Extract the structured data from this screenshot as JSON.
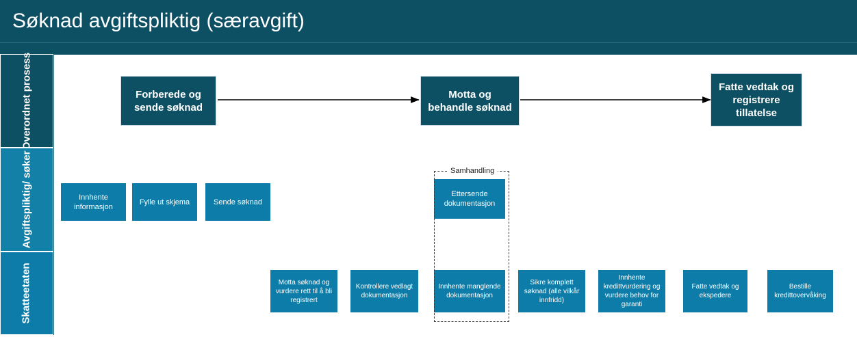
{
  "diagram": {
    "title": "Søknad avgiftspliktig (særavgift)",
    "colors": {
      "header_dark": "#0d4f63",
      "lane_mid": "#1380a8",
      "lane_bottom": "#0e7ca8",
      "node_top": "#0d4f63",
      "node_task": "#0e7ca8",
      "text_light": "#ffffff",
      "arrow": "#000000",
      "group_dash": "#3a3a3a"
    },
    "lanes": [
      {
        "id": "overordnet-prosess",
        "label": "Overordnet prosess",
        "nodes": [
          {
            "id": "forberede-og-sende-soknad",
            "label": "Forberede og sende søknad"
          },
          {
            "id": "motta-og-behandle-soknad",
            "label": "Motta og behandle søknad"
          },
          {
            "id": "fatte-vedtak-og-registrere-tillatelse",
            "label": "Fatte vedtak og registrere tillatelse"
          }
        ]
      },
      {
        "id": "avgiftspliktig-soker",
        "label": "Avgiftspliktig/ søker",
        "nodes": [
          {
            "id": "innhente-informasjon",
            "label": "Innhente informasjon"
          },
          {
            "id": "fylle-ut-skjema",
            "label": "Fylle ut skjema"
          },
          {
            "id": "sende-soknad",
            "label": "Sende søknad"
          },
          {
            "id": "ettersende-dokumentasjon",
            "label": "Ettersende dokumentasjon"
          }
        ]
      },
      {
        "id": "skatteetaten",
        "label": "Skatteetaten",
        "nodes": [
          {
            "id": "motta-soknad-og-vurdere-rett",
            "label": "Motta søknad og vurdere rett til å bli registrert"
          },
          {
            "id": "kontrollere-vedlagt-dokumentasjon",
            "label": "Kontrollere vedlagt dokumentasjon"
          },
          {
            "id": "innhente-manglende-dokumentasjon",
            "label": "Innhente manglende dokumentasjon"
          },
          {
            "id": "sikre-komplett-soknad",
            "label": "Sikre komplett søknad (alle vilkår innfridd)"
          },
          {
            "id": "innhente-kredittvurdering",
            "label": "Innhente kredittvurdering og vurdere behov for garanti"
          },
          {
            "id": "fatte-vedtak-og-ekspedere",
            "label": "Fatte vedtak og ekspedere"
          },
          {
            "id": "bestille-kredittovervaking",
            "label": "Bestille kredittovervåking"
          }
        ]
      }
    ],
    "groups": [
      {
        "id": "samhandling",
        "label": "Samhandling"
      }
    ],
    "flows": [
      {
        "from": "forberede-og-sende-soknad",
        "to": "motta-og-behandle-soknad"
      },
      {
        "from": "motta-og-behandle-soknad",
        "to": "fatte-vedtak-og-registrere-tillatelse"
      }
    ]
  }
}
